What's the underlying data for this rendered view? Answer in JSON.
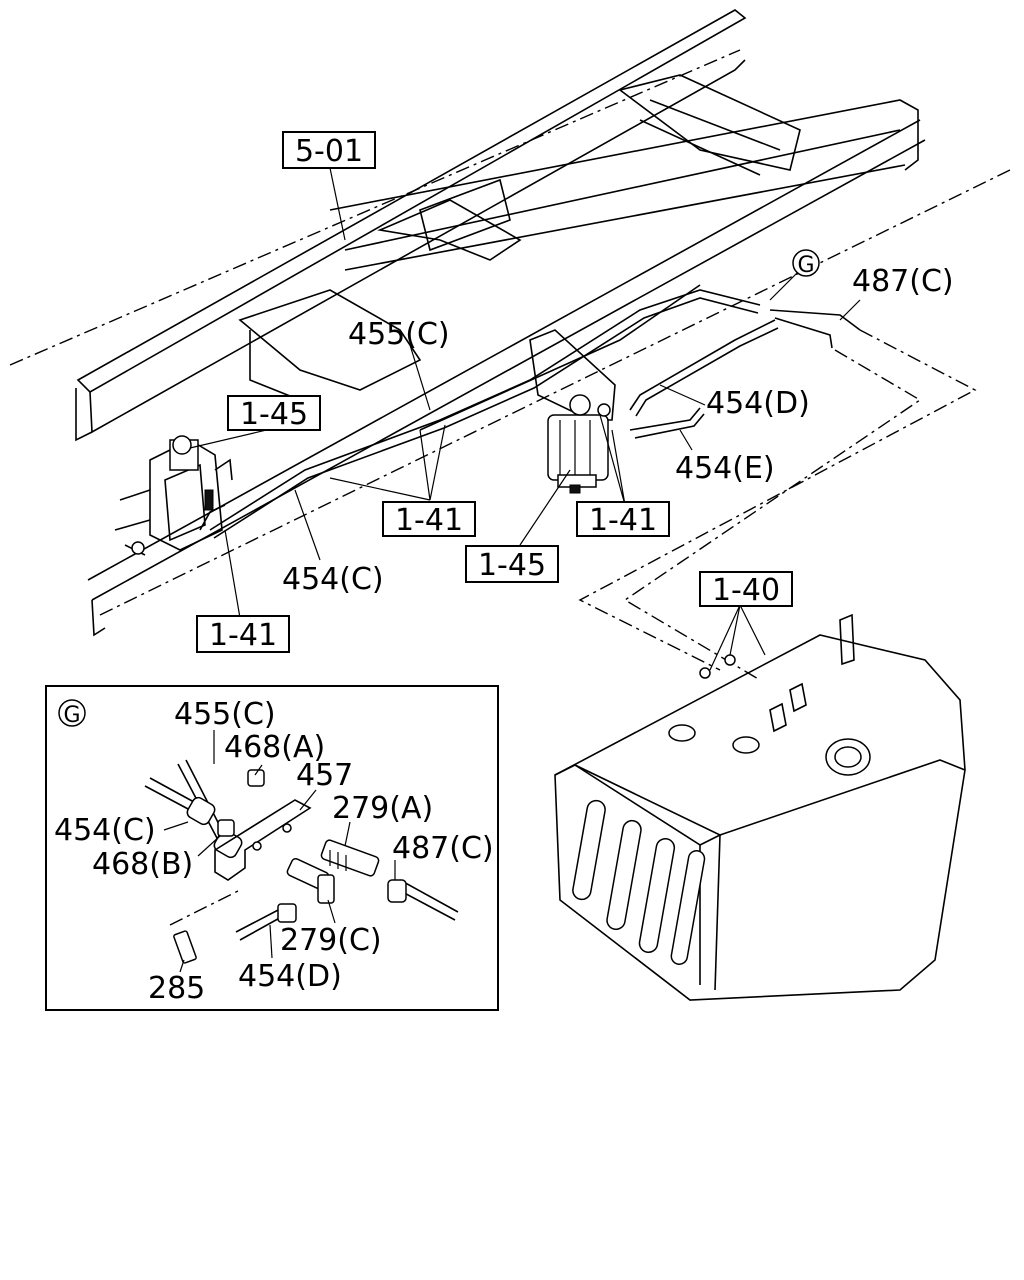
{
  "callouts": {
    "ref_501": "5-01",
    "ref_145_left": "1-45",
    "ref_145_center": "1-45",
    "ref_141_bottom": "1-41",
    "ref_141_center": "1-41",
    "ref_141_right": "1-41",
    "ref_140": "1-40",
    "detail_marker": "G"
  },
  "labels": {
    "p455c_main": "455(C)",
    "p454c_main": "454(C)",
    "p454d_main": "454(D)",
    "p454e_main": "454(E)",
    "p487c_main": "487(C)"
  },
  "detail": {
    "marker": "G",
    "p455c": "455(C)",
    "p468a": "468(A)",
    "p457": "457",
    "p279a": "279(A)",
    "p454c": "454(C)",
    "p468b": "468(B)",
    "p487c": "487(C)",
    "p279c": "279(C)",
    "p454d": "454(D)",
    "p285": "285"
  }
}
